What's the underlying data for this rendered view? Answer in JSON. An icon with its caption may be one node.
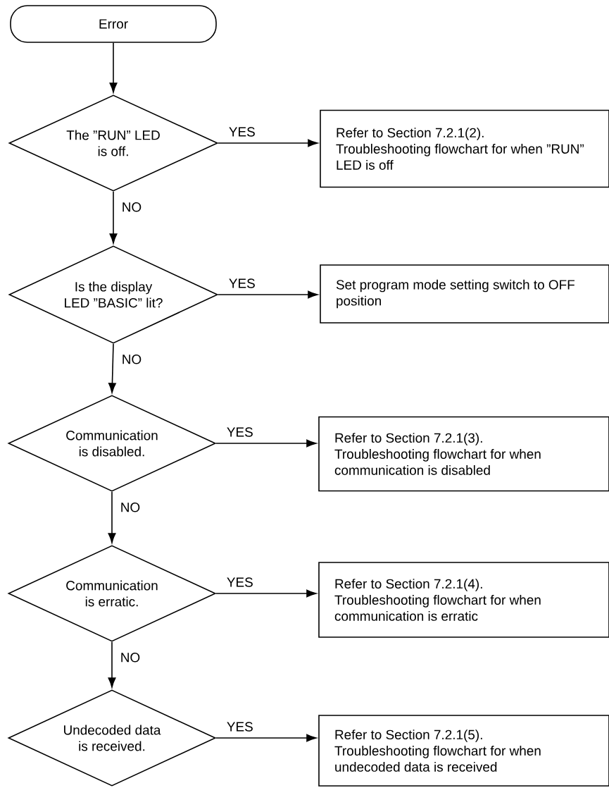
{
  "diagram": {
    "nodes": [
      {
        "text": [
          "Error"
        ]
      },
      {
        "text": [
          "The ”RUN” LED is off."
        ]
      },
      {
        "text": [
          "Refer to Section 7.2.1(2).",
          "Troubleshooting flowchart for when ”RUN” LED is off"
        ]
      },
      {
        "text": [
          "Is the display LED ”BASIC” lit?"
        ]
      },
      {
        "text": [
          "Set program mode setting switch to OFF position"
        ]
      },
      {
        "text": [
          "Communication is disabled."
        ]
      },
      {
        "text": [
          "Refer to Section 7.2.1(3).",
          "Troubleshooting flowchart for when communication is disabled"
        ]
      },
      {
        "text": [
          "Communication is erratic."
        ]
      },
      {
        "text": [
          "Refer to Section 7.2.1(4).",
          "Troubleshooting flowchart for when communication is erratic"
        ]
      },
      {
        "text": [
          "Undecoded data is received."
        ]
      },
      {
        "text": [
          "Refer to Section 7.2.1(5).",
          "Troubleshooting flowchart for when undecoded data is received"
        ]
      }
    ],
    "edges": [
      {
        "from": 0,
        "to": 1,
        "arrow": "to"
      },
      {
        "from": 1,
        "to": 2,
        "arrow": "to",
        "label": "YES"
      },
      {
        "from": 1,
        "to": 3,
        "arrow": "to",
        "label": "NO"
      },
      {
        "from": 3,
        "to": 4,
        "arrow": "to",
        "label": "YES"
      },
      {
        "from": 3,
        "to": 5,
        "arrow": "to",
        "label": "NO"
      },
      {
        "from": 5,
        "to": 6,
        "arrow": "to",
        "label": "YES"
      },
      {
        "from": 5,
        "to": 7,
        "arrow": "to",
        "label": "NO"
      },
      {
        "from": 7,
        "to": 8,
        "arrow": "to",
        "label": "YES"
      },
      {
        "from": 7,
        "to": 9,
        "arrow": "to",
        "label": "NO"
      },
      {
        "from": 9,
        "to": 10,
        "arrow": "to",
        "label": "YES"
      }
    ]
  }
}
